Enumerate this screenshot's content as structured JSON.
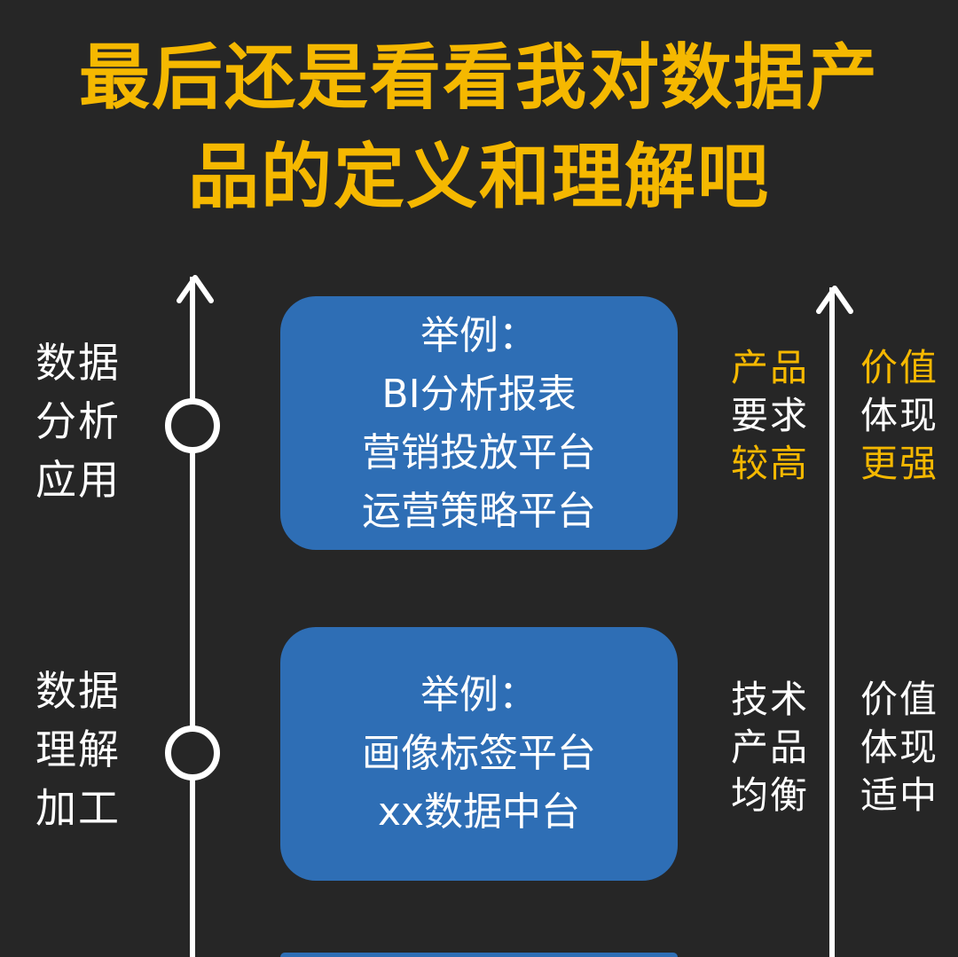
{
  "title": {
    "line1": "最后还是看看我对数据产",
    "line2": "品的定义和理解吧"
  },
  "stages": [
    {
      "label": [
        "数据",
        "分析",
        "应用"
      ],
      "card": [
        "举例：",
        "BI分析报表",
        "营销投放平台",
        "运营策略平台"
      ],
      "product_req": [
        "产品",
        "要求",
        "较高"
      ],
      "value": [
        "价值",
        "体现",
        "更强"
      ]
    },
    {
      "label": [
        "数据",
        "理解",
        "加工"
      ],
      "card": [
        "举例：",
        "画像标签平台",
        "xx数据中台"
      ],
      "product_req": [
        "技术",
        "产品",
        "均衡"
      ],
      "value": [
        "价值",
        "体现",
        "适中"
      ]
    }
  ],
  "colors": {
    "background": "#262626",
    "accent": "#f5b800",
    "card": "#2e6eb5",
    "line": "#ffffff"
  },
  "icons": [
    "up-arrow-icon",
    "timeline-node-icon"
  ]
}
